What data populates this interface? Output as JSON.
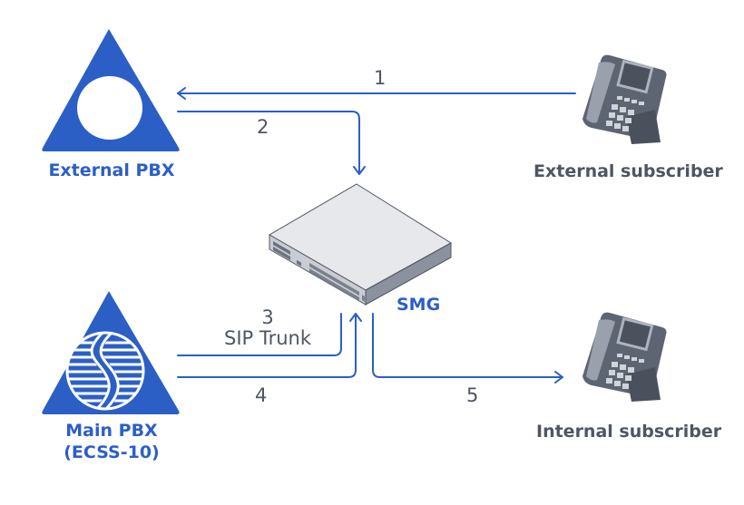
{
  "colors": {
    "accent": "#2b5fc6",
    "text_gray": "#4e5563",
    "device_light": "#e6e7ea",
    "device_dark": "#8b929e",
    "phone_body": "#5d6472"
  },
  "nodes": {
    "external_pbx": {
      "label": "External PBX",
      "icon": "pbx-triangle-circle-icon"
    },
    "main_pbx": {
      "label_line1": "Main PBX",
      "label_line2": "(ECSS-10)",
      "icon": "pbx-triangle-ecss-logo-icon"
    },
    "smg": {
      "label": "SMG",
      "icon": "gateway-device-icon"
    },
    "external_subscriber": {
      "label": "External subscriber",
      "icon": "desk-phone-icon"
    },
    "internal_subscriber": {
      "label": "Internal subscriber",
      "icon": "desk-phone-icon"
    }
  },
  "flows": [
    {
      "step": "1",
      "from": "External subscriber",
      "to": "External PBX"
    },
    {
      "step": "2",
      "from": "External PBX",
      "to": "SMG"
    },
    {
      "step": "3",
      "label": "SIP Trunk",
      "from": "SMG",
      "to": "Main PBX"
    },
    {
      "step": "4",
      "from": "Main PBX",
      "to": "SMG"
    },
    {
      "step": "5",
      "from": "SMG",
      "to": "Internal subscriber"
    }
  ]
}
